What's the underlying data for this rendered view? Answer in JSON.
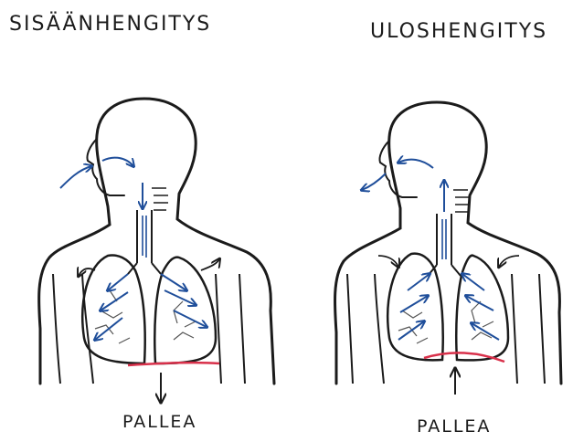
{
  "diagram": {
    "inhale": {
      "title": "SISÄÄNHENGITYS",
      "diaphragm_label": "PALLEA",
      "diaphragm_direction": "down"
    },
    "exhale": {
      "title": "ULOSHENGITYS",
      "diaphragm_label": "PALLEA",
      "diaphragm_direction": "up"
    },
    "colors": {
      "outline": "#1b1b1b",
      "airflow": "#1f4e9a",
      "diaphragm": "#d8304a",
      "lung_detail": "#555555"
    }
  }
}
